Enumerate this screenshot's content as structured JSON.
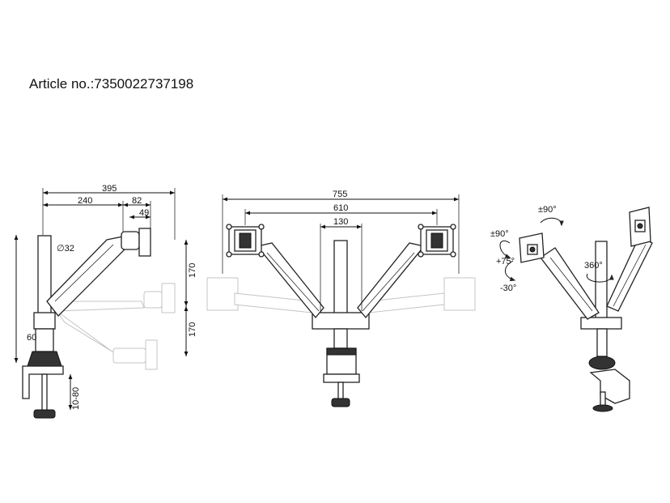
{
  "article_label": "Article no.:7350022737198",
  "side_view": {
    "dim_total_width": "395",
    "dim_arm_length": "240",
    "dim_head_length": "82",
    "dim_vesa_offset": "49",
    "dim_pole_diameter": "∅32",
    "dim_upper_height": "170",
    "dim_lower_height": "170",
    "dim_base_height": "60",
    "dim_clamp_range": "10-80"
  },
  "front_view": {
    "dim_max_span": "755",
    "dim_inner_span": "610",
    "dim_center_width": "130"
  },
  "iso_view": {
    "tilt_up": "+75°",
    "tilt_down": "-30°",
    "swivel": "±90°",
    "rotate": "±90°",
    "arm_rotation": "360°"
  }
}
